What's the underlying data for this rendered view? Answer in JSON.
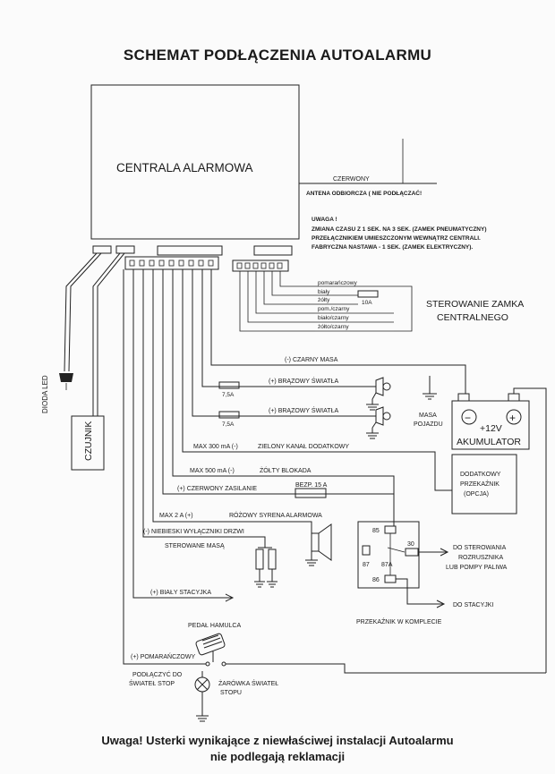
{
  "title": "SCHEMAT PODŁĄCZENIA AUTOALARMU",
  "central_unit": "CENTRALA ALARMOWA",
  "antenna": {
    "wire": "CZERWONY",
    "label": "ANTENA ODBIORCZA ( NIE PODŁĄCZAĆ!"
  },
  "note": [
    "UWAGA !",
    "ZMIANA CZASU Z 1 SEK. NA 3 SEK. (ZAMEK PNEUMATYCZNY)",
    "PRZEŁĄCZNIKIEM UMIESZCZONYM WEWNĄTRZ CENTRALI.",
    "FABRYCZNA NASTAWA - 1 SEK. (ZAMEK ELEKTRYCZNY)."
  ],
  "lock_wires": [
    "pomarańczowy",
    "biały",
    "żółty",
    "pom./czarny",
    "biało/czarny",
    "żółto/czarny"
  ],
  "lock_fuse": "10A",
  "lock_control": [
    "STEROWANIE ZAMKA",
    "CENTRALNEGO"
  ],
  "led": "DIODA LED",
  "sensor": "CZUJNIK",
  "wires": {
    "ground": "(-) CZARNY MASA",
    "brown1": "(+) BRĄZOWY ŚWIATŁA",
    "brown2": "(+) BRĄZOWY ŚWIATŁA",
    "green_current": "MAX 300 mA  (-)",
    "green": "ZIELONY KANAŁ DODATKOWY",
    "yellow_current": "MAX 500 mA  (-)",
    "yellow": "ŻÓŁTY BLOKADA",
    "red": "(+) CZERWONY ZASILANIE",
    "pink_current": "MAX 2 A (+)",
    "pink": "RÓŻOWY SYRENA ALARMOWA",
    "blue": "(-) NIEBIESKI WYŁĄCZNIKI DRZWI",
    "blue_sub": "STEROWANE MASĄ",
    "white": "(+) BIAŁY STACYJKA",
    "orange": "(+) POMARAŃCZOWY"
  },
  "fuse_75a": "7,5A",
  "fuse_15a": "BEZP. 15 A",
  "vehicle_ground": [
    "MASA",
    "POJAZDU"
  ],
  "battery": {
    "voltage": "+12V",
    "label": "AKUMULATOR",
    "minus": "−",
    "plus": "+"
  },
  "extra_relay": [
    "DODATKOWY",
    "PRZEKAŹNIK",
    "(OPCJA)"
  ],
  "relay_pins": [
    "85",
    "30",
    "87",
    "87A",
    "86"
  ],
  "starter": [
    "DO STEROWANIA",
    "ROZRUSZNIKA",
    "LUB POMPY PALIWA"
  ],
  "ignition": "DO STACYJKI",
  "relay_kit": "PRZEKAŹNIK W KOMPLECIE",
  "brake_pedal": "PEDAŁ HAMULCA",
  "stop_connect": [
    "PODŁĄCZYĆ DO",
    "ŚWIATEŁ STOP"
  ],
  "stop_bulb": [
    "ŻARÓWKA ŚWIATEŁ",
    "STOPU"
  ],
  "footer": [
    "Uwaga! Usterki wynikające z niewłaściwej instalacji Autoalarmu",
    "nie podlegają reklamacji"
  ]
}
